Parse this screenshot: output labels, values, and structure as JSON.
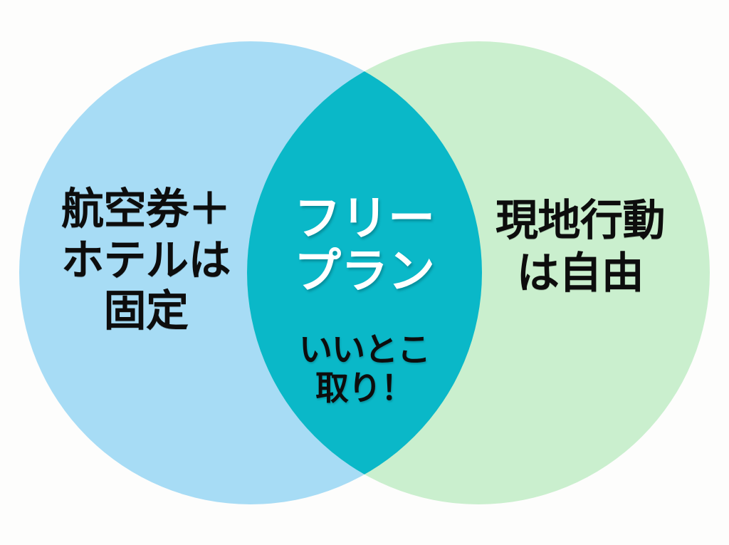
{
  "diagram": {
    "type": "venn",
    "background_color": "#fdfdfc",
    "left_set": {
      "fill_color": "#a7dcf5",
      "lines": [
        "航空券＋",
        "ホテルは",
        "固定"
      ],
      "text_color": "#0d0d0d"
    },
    "right_set": {
      "fill_color": "#caefce",
      "lines": [
        "現地行動",
        "は自由"
      ],
      "text_color": "#0d0d0d"
    },
    "intersection": {
      "fill_color": "#0ab8c8",
      "headline_lines": [
        "フリー",
        "プラン"
      ],
      "headline_color": "#ffffff",
      "subline_lines": [
        "いいとこ",
        "取り！"
      ],
      "subline_color": "#0d0d0d"
    }
  }
}
